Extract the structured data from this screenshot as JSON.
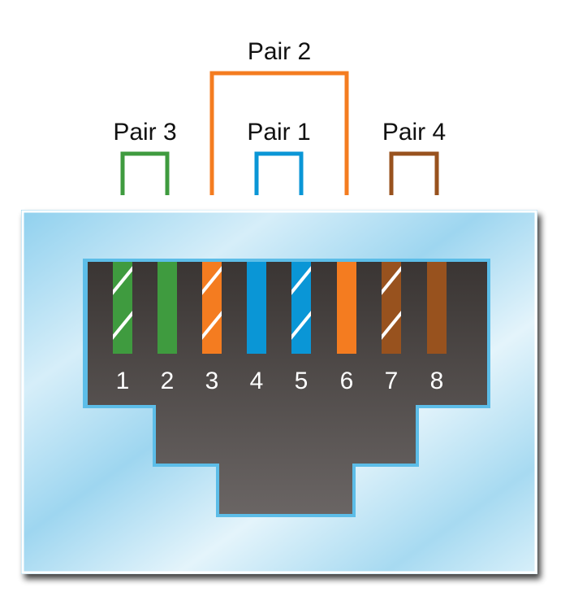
{
  "pairs": [
    {
      "label": "Pair 3",
      "pins": [
        1,
        2
      ],
      "color": "#3f9b3f"
    },
    {
      "label": "Pair 2",
      "pins": [
        3,
        6
      ],
      "color": "#f47c20"
    },
    {
      "label": "Pair 1",
      "pins": [
        4,
        5
      ],
      "color": "#0a96d6"
    },
    {
      "label": "Pair 4",
      "pins": [
        7,
        8
      ],
      "color": "#98521e"
    }
  ],
  "pins": [
    {
      "number": "1",
      "color": "#3f9b3f",
      "striped": true
    },
    {
      "number": "2",
      "color": "#3f9b3f",
      "striped": false
    },
    {
      "number": "3",
      "color": "#f47c20",
      "striped": true
    },
    {
      "number": "4",
      "color": "#0a96d6",
      "striped": false
    },
    {
      "number": "5",
      "color": "#0a96d6",
      "striped": true
    },
    {
      "number": "6",
      "color": "#f47c20",
      "striped": false
    },
    {
      "number": "7",
      "color": "#98521e",
      "striped": true
    },
    {
      "number": "8",
      "color": "#98521e",
      "striped": false
    }
  ],
  "colors": {
    "jack_face": "#bfe3f3",
    "jack_edge": "#6cc6ec",
    "port_top": "#3a3533",
    "port_bottom": "#6a6564",
    "stripe": "#ffffff"
  }
}
